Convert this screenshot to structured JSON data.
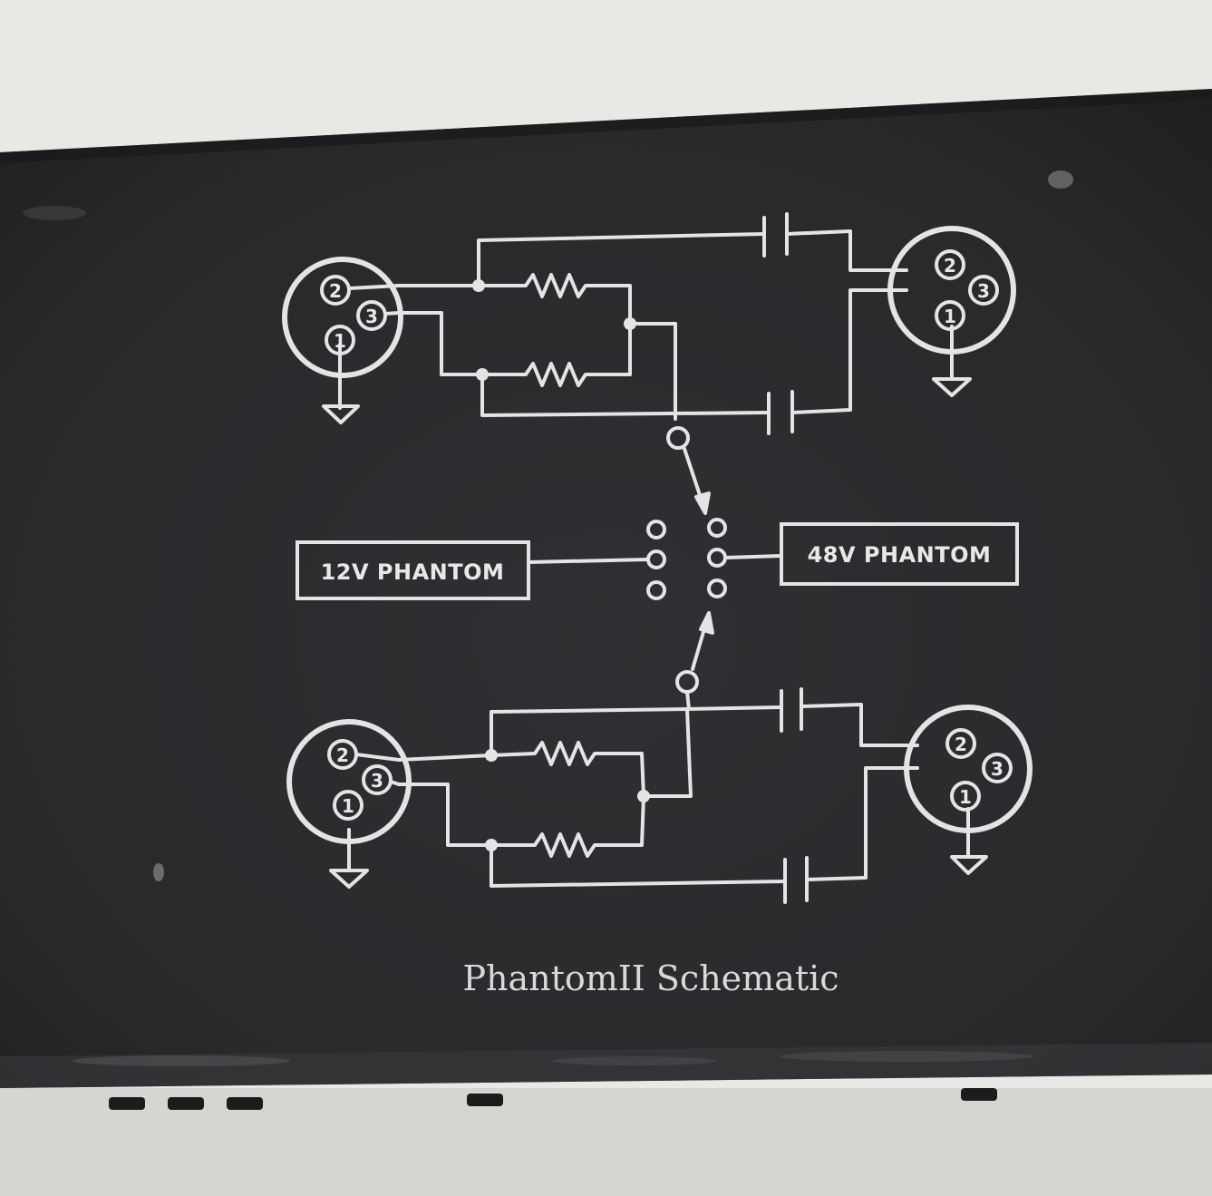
{
  "panel": {
    "labels": {
      "left_switch": "12V PHANTOM",
      "right_switch": "48V PHANTOM"
    },
    "caption": "PhantomII Schematic",
    "connectors": {
      "top_left": {
        "pins": [
          "2",
          "3",
          "1"
        ]
      },
      "top_right": {
        "pins": [
          "2",
          "3",
          "1"
        ]
      },
      "bottom_left": {
        "pins": [
          "2",
          "3",
          "1"
        ]
      },
      "bottom_right": {
        "pins": [
          "2",
          "3",
          "1"
        ]
      }
    }
  },
  "colors": {
    "panel": "#2a2b2d",
    "ink": "#e4e4e4",
    "surface": "#e9e8e4"
  }
}
